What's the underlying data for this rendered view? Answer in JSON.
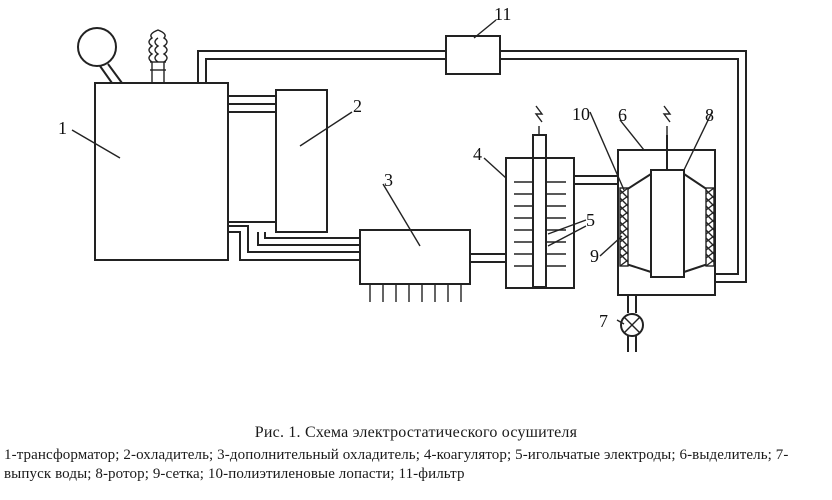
{
  "figure": {
    "labels": {
      "n1": "1",
      "n2": "2",
      "n3": "3",
      "n4": "4",
      "n5": "5",
      "n6": "6",
      "n7": "7",
      "n8": "8",
      "n9": "9",
      "n10": "10",
      "n11": "11"
    },
    "title": "Рис. 1. Схема электростатического осушителя",
    "legend": "1-трансформатор; 2-охладитель; 3-дополнительный охладитель; 4-коагулятор; 5-игольчатые электроды; 6-выделитель; 7-выпуск воды; 8-ротор; 9-сетка; 10-полиэтиленовые лопасти; 11-фильтр"
  }
}
